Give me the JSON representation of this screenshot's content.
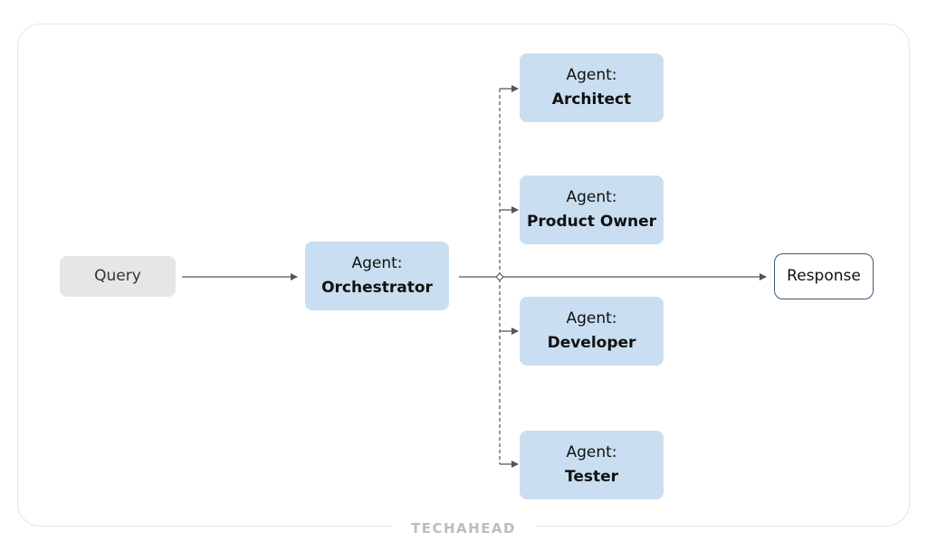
{
  "diagram": {
    "query": {
      "label": "Query"
    },
    "orchestrator": {
      "prefix": "Agent:",
      "role": "Orchestrator"
    },
    "agents": [
      {
        "prefix": "Agent:",
        "role": "Architect"
      },
      {
        "prefix": "Agent:",
        "role": "Product Owner"
      },
      {
        "prefix": "Agent:",
        "role": "Developer"
      },
      {
        "prefix": "Agent:",
        "role": "Tester"
      }
    ],
    "response": {
      "label": "Response"
    }
  },
  "watermark": {
    "text": "TECHAHEAD"
  },
  "colors": {
    "agent_fill": "#c9def0",
    "query_fill": "#e6e6e6",
    "response_border": "#3d5a78",
    "frame_border": "#d7eaf1",
    "connector": "#555555",
    "watermark": "#bdbdbd"
  }
}
